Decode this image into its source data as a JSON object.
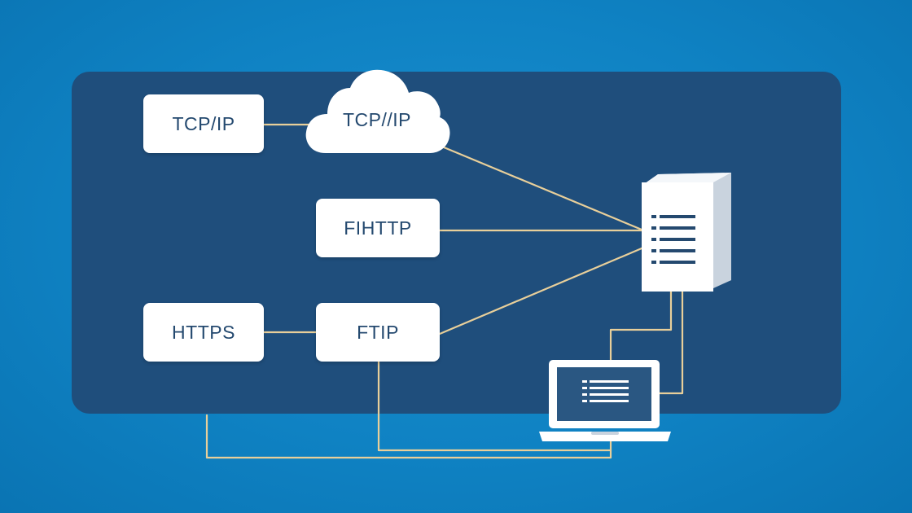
{
  "diagram": {
    "nodes": {
      "tcpip": {
        "label": "TCP/IP"
      },
      "cloud": {
        "label": "TCP//IP",
        "icon": "cloud-icon"
      },
      "fihttp": {
        "label": "FIHTTP"
      },
      "https": {
        "label": "HTTPS"
      },
      "ftip": {
        "label": "FTIP"
      },
      "server": {
        "icon": "server-icon"
      },
      "laptop": {
        "icon": "laptop-icon"
      }
    },
    "edges": [
      {
        "from": "tcpip",
        "to": "cloud"
      },
      {
        "from": "cloud",
        "to": "server"
      },
      {
        "from": "fihttp",
        "to": "server"
      },
      {
        "from": "ftip",
        "to": "server"
      },
      {
        "from": "https",
        "to": "ftip"
      },
      {
        "from": "server",
        "to": "laptop"
      },
      {
        "from": "server",
        "to": "laptop"
      },
      {
        "from": "https",
        "to": "laptop"
      },
      {
        "from": "ftip",
        "to": "laptop"
      }
    ]
  },
  "colors": {
    "background": "#0f82c3",
    "panel": "#1f4e7c",
    "box": "#ffffff",
    "text": "#24496f",
    "wire": "#e8cf9a"
  }
}
